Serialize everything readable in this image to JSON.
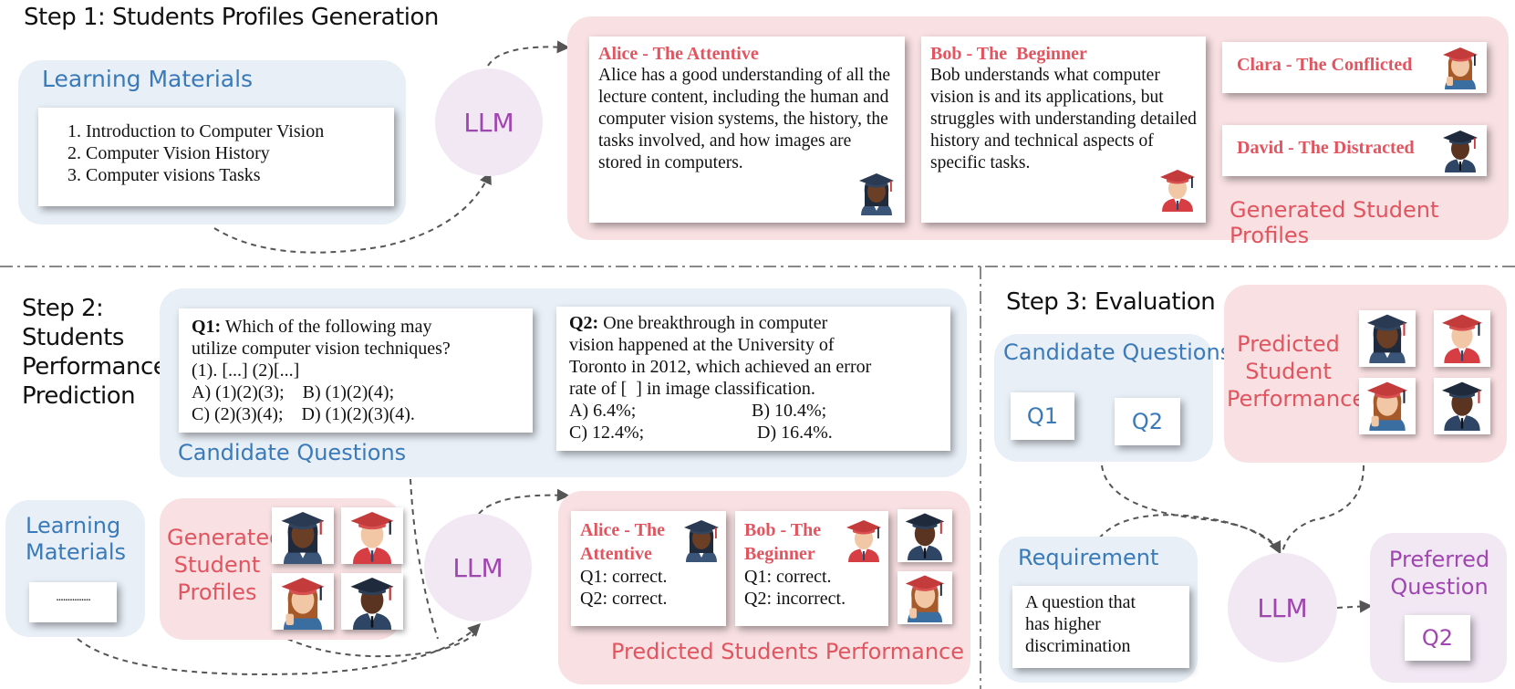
{
  "step1": {
    "title": "Step 1: Students Profiles Generation",
    "learning_materials_label": "Learning Materials",
    "materials": [
      "Introduction to Computer Vision",
      "Computer Vision History",
      "Computer visions Tasks"
    ],
    "llm_label": "LLM",
    "profiles": [
      {
        "name": "Alice - The Attentive",
        "text": "Alice has a good understanding of all the lecture content, including the human and computer vision systems, the history, the tasks involved, and how images are stored in computers."
      },
      {
        "name": "Bob - The  Beginner",
        "text": "Bob understands what computer vision is and its applications, but struggles with understanding detailed history and technical aspects of specific tasks."
      }
    ],
    "clara": "Clara - The Conflicted",
    "david": "David - The Distracted",
    "generated_profiles_label": "Generated Student Profiles"
  },
  "step2": {
    "title_lines": [
      "Step 2:",
      "Students",
      "Performance",
      "Prediction"
    ],
    "q1": {
      "label": "Q1:",
      "lines": [
        "Which of the following may",
        "utilize computer vision techniques?",
        "(1). [...] (2)[...]",
        "A) (1)(2)(3);    B) (1)(2)(4);",
        "C) (2)(3)(4);    D) (1)(2)(3)(4)."
      ]
    },
    "q2": {
      "label": "Q2:",
      "lines": [
        "One breakthrough in computer",
        "vision happened at the University of",
        "Toronto in 2012, which achieved an error",
        "rate of [  ] in image classification."
      ],
      "opts": [
        [
          "A) 6.4%;",
          "B) 10.4%;"
        ],
        [
          "C) 12.4%;",
          "D) 16.4%."
        ]
      ]
    },
    "candidate_questions_label": "Candidate Questions",
    "learning_materials_label_lines": [
      "Learning",
      "Materials"
    ],
    "dots": "...............",
    "generated_profiles_lines": [
      "Generated",
      "Student",
      "Profiles"
    ],
    "llm_label": "LLM",
    "alice": {
      "name_lines": [
        "Alice - The",
        "Attentive"
      ],
      "q1": "Q1: correct.",
      "q2": "Q2: correct."
    },
    "bob": {
      "name_lines": [
        "Bob - The",
        "Beginner"
      ],
      "q1": "Q1: correct.",
      "q2": "Q2: incorrect."
    },
    "predicted_label": "Predicted Students Performance"
  },
  "step3": {
    "title": "Step 3: Evaluation",
    "candidate_questions_label": "Candidate Questions",
    "q1": "Q1",
    "q2": "Q2",
    "predicted_lines": [
      "Predicted",
      "Student",
      "Performance"
    ],
    "requirement_label": "Requirement",
    "requirement_text": [
      "A question that",
      "has higher",
      "discrimination"
    ],
    "llm_label": "LLM",
    "preferred_lines": [
      "Preferred",
      "Question"
    ],
    "preferred_answer": "Q2"
  },
  "colors": {
    "blue": "#3a7ab8",
    "red": "#e0555f",
    "purple": "#a046b0",
    "blue_panel": "#e8eff7",
    "red_panel": "#f9e1e3",
    "purple_panel": "#f1e8f4"
  }
}
